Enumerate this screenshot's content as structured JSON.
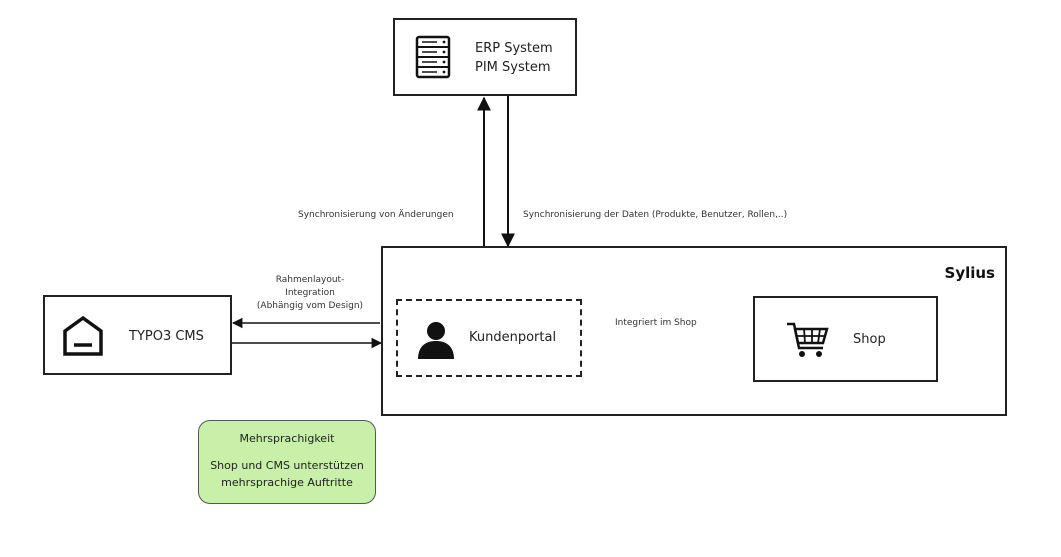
{
  "nodes": {
    "erp": {
      "line1": "ERP System",
      "line2": "PIM System",
      "icon": "server-icon"
    },
    "sylius": {
      "title": "Sylius"
    },
    "typo3": {
      "label": "TYPO3 CMS",
      "icon": "house-icon"
    },
    "kundenportal": {
      "label": "Kundenportal",
      "icon": "user-icon"
    },
    "shop": {
      "label": "Shop",
      "icon": "shopping-cart-icon"
    }
  },
  "edges": {
    "sync_changes": "Synchronisierung von Änderungen",
    "sync_data": "Synchronisierung der Daten (Produkte, Benutzer, Rollen,..)",
    "frame_layout": {
      "line1": "Rahmenlayout-",
      "line2": "Integration",
      "line3": "(Abhängig vom Design)"
    },
    "integrated": "Integriert im Shop"
  },
  "note": {
    "title": "Mehrsprachigkeit",
    "line1": "Shop und CMS unterstützen",
    "line2": "mehrsprachige Auftritte",
    "fill": "#c8f0a8"
  }
}
